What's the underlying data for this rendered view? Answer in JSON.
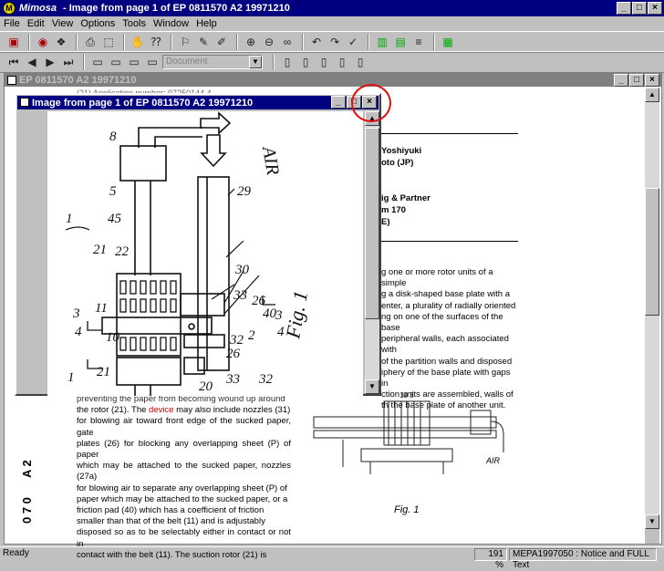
{
  "app": {
    "name": "Mimosa",
    "title": "Image from page 1 of EP 0811570 A2 19971210"
  },
  "menu": [
    "File",
    "Edit",
    "View",
    "Options",
    "Tools",
    "Window",
    "Help"
  ],
  "toolbar": {
    "combo_value": "Document"
  },
  "document_window": {
    "title": "EP 0811570 A2 19971210",
    "partial_header": "(21) Application number: 97250144.4",
    "right_lines": [
      "Yoshiyuki",
      "oto (JP)",
      "ig & Partner",
      "m 170",
      "E)"
    ],
    "abstract_right": [
      "g one or more rotor units of a simple",
      "g a disk-shaped base plate with a",
      "enter, a plurality of radially oriented",
      "ng on one of the surfaces of the base",
      "peripheral walls, each associated with",
      "of the partition walls and disposed",
      "iphery of the base plate with gaps in",
      "ction units are assembled, walls of",
      "th the base plate of another unit."
    ],
    "body_lines": [
      "preventing the paper from becoming wound up around",
      "the rotor (21). The ",
      "for blowing air toward front edge of the sucked paper, gate",
      "plates (26) for blocking any overlapping sheet (P) of paper",
      "which may be attached to the sucked paper, nozzles (27a)",
      "for blowing air to separate any overlapping sheet (P) of",
      "paper which may be attached to the sucked paper, or a",
      "friction pad (40) which has a coefficient of friction",
      "smaller than that of the belt (11) and is adjustably",
      "disposed so as to be selectably either in contact or not in",
      "contact with the belt (11). The suction rotor (21) is"
    ],
    "highlight_word": "device",
    "body_line2_rest": " may also include nozzles (31)",
    "side_code_1": "A 2",
    "side_code_2": "0 7 0",
    "figure_label": "Fig. 1",
    "air_label": "AIR"
  },
  "image_window": {
    "title": "Image from page 1 of EP 0811570 A2 19971210",
    "labels": {
      "air": "AIR",
      "fig": "Fig. 1",
      "n8": "8",
      "n5": "5",
      "n45": "45",
      "n1": "1",
      "n21": "21",
      "n22": "22",
      "n29": "29",
      "n30": "30",
      "n33": "33",
      "n26": "26",
      "n40": "40",
      "n11": "11",
      "n3": "3",
      "n4": "4",
      "n10": "10",
      "n32": "32",
      "n2": "2",
      "n3b": "3",
      "n4b": "4",
      "n26b": "26",
      "n21b": "21",
      "n20": "20",
      "n33b": "33",
      "n32b": "32",
      "n1b": "1"
    }
  },
  "status": {
    "left": "Ready",
    "zoom": "191 %",
    "info": "MEPA1997050 : Notice and FULL Text"
  }
}
